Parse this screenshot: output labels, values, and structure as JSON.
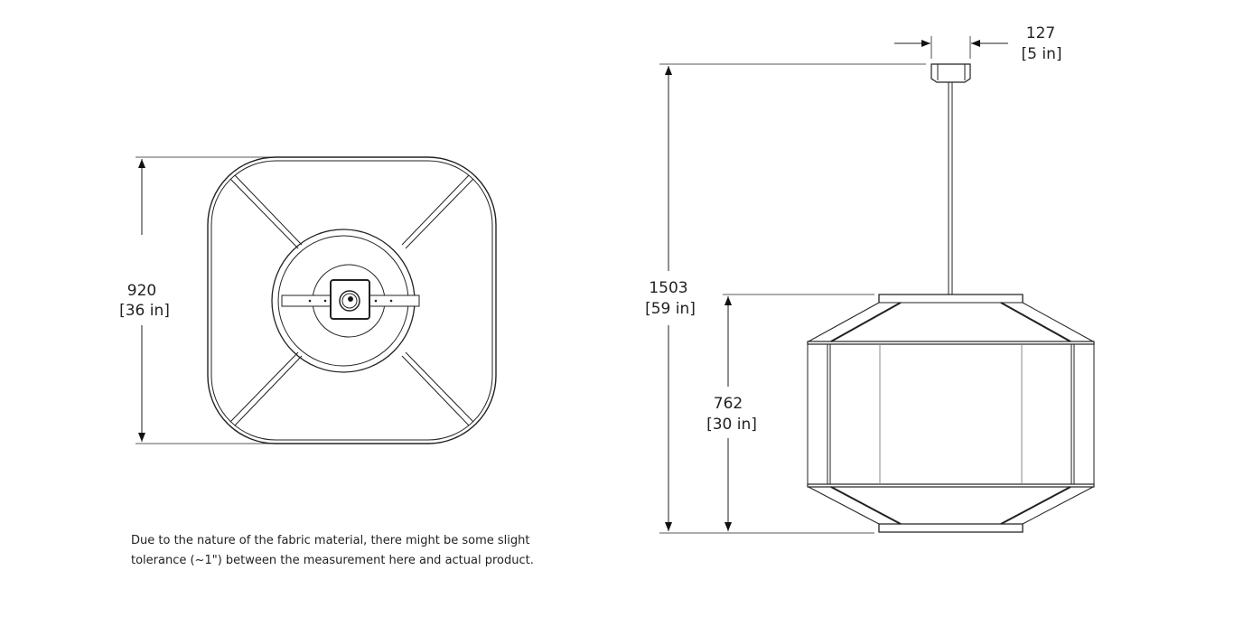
{
  "top_view": {
    "dim_value": "920",
    "dim_imperial": "[36 in]"
  },
  "side_view": {
    "canopy_value": "127",
    "canopy_imperial": "[5 in]",
    "overall_value": "1503",
    "overall_imperial": "[59 in]",
    "shade_value": "762",
    "shade_imperial": "[30 in]"
  },
  "note": {
    "line1": "Due to the nature of the fabric material, there might be some slight",
    "line2": "tolerance (~1\") between the measurement here and actual product."
  },
  "colors": {
    "line": "#222222",
    "background": "#ffffff"
  }
}
